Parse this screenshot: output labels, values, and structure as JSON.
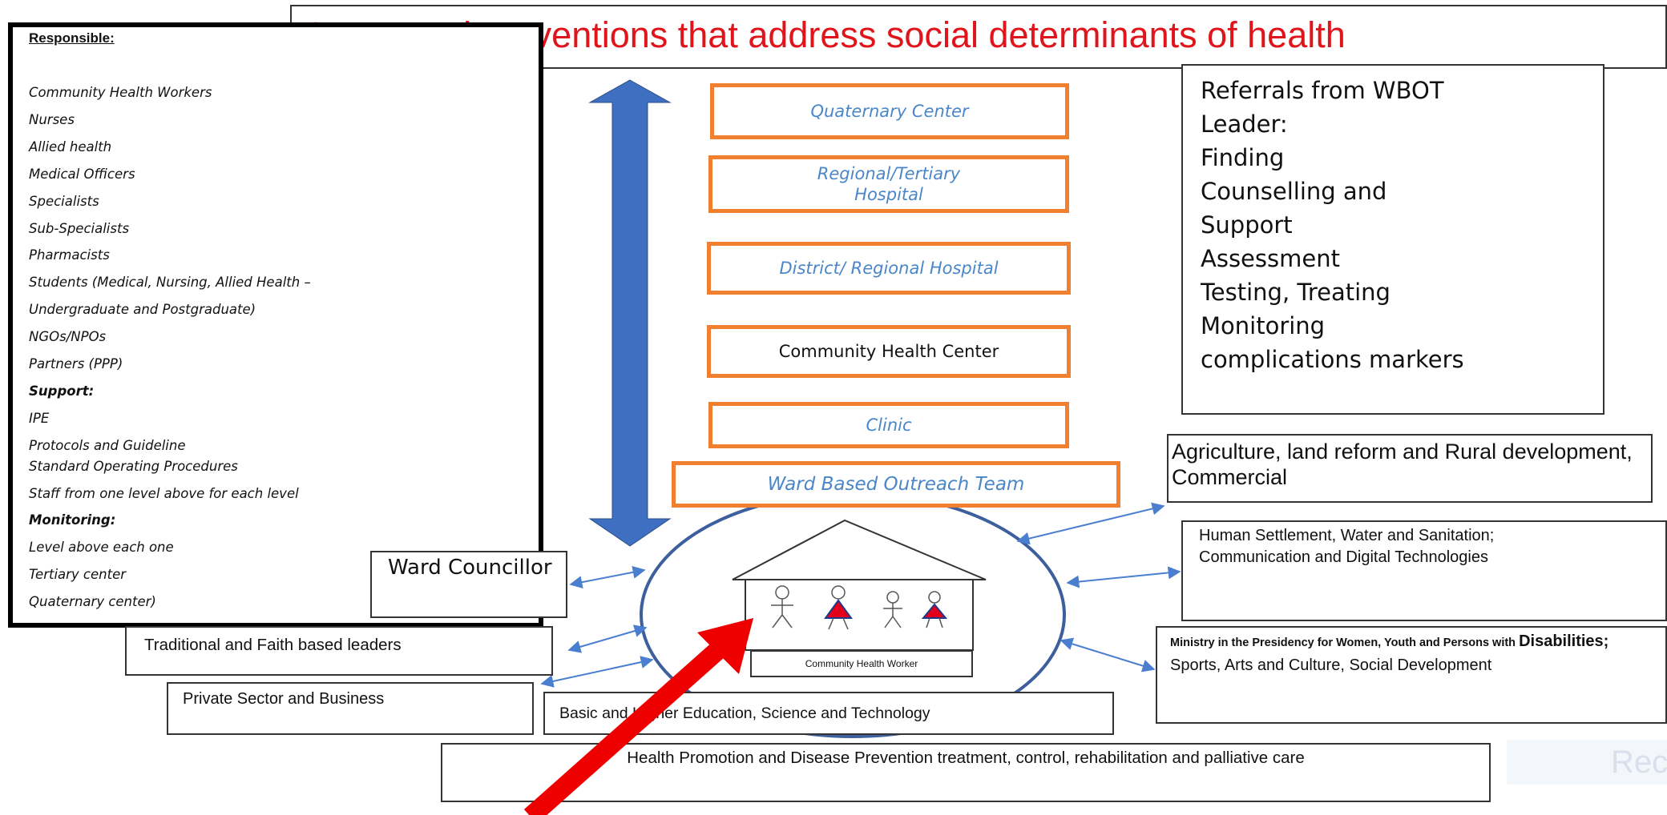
{
  "title": "Integrate interventions that address social determinants of health",
  "responsible_panel": {
    "heading": "Responsible:",
    "lines": [
      {
        "text": "Community Health Workers",
        "bold": false
      },
      {
        "text": "Nurses",
        "bold": false
      },
      {
        "text": "Allied health",
        "bold": false
      },
      {
        "text": "Medical Officers",
        "bold": false
      },
      {
        "text": "Specialists",
        "bold": false
      },
      {
        "text": "Sub-Specialists",
        "bold": false
      },
      {
        "text": "Pharmacists",
        "bold": false
      },
      {
        "text": "Students (Medical, Nursing, Allied Health –",
        "bold": false
      },
      {
        "text": "Undergraduate and Postgraduate)",
        "bold": false
      },
      {
        "text": "NGOs/NPOs",
        "bold": false
      },
      {
        "text": "Partners (PPP)",
        "bold": false
      },
      {
        "text": "Support:",
        "bold": true
      },
      {
        "text": "IPE",
        "bold": false
      },
      {
        "text": "Protocols and Guideline",
        "bold": false
      },
      {
        "text": "Standard Operating Procedures",
        "bold": false
      },
      {
        "text": "Staff from one level above for each level",
        "bold": false
      },
      {
        "text": "Monitoring:",
        "bold": true
      },
      {
        "text": "Level above each one",
        "bold": false
      },
      {
        "text": "Tertiary center",
        "bold": false
      },
      {
        "text": "Quaternary center)",
        "bold": false
      }
    ]
  },
  "levels": {
    "quaternary": "Quaternary Center",
    "regional": "Regional/Tertiary Hospital",
    "district": "District/ Regional Hospital",
    "community_health_center": "Community Health Center",
    "clinic": "Clinic",
    "wbot": "Ward Based Outreach Team"
  },
  "referrals": {
    "lines": [
      "Referrals from WBOT",
      "Leader:",
      "Finding",
      "Counselling and",
      "Support",
      "Assessment",
      "Testing, Treating",
      "Monitoring",
      "complications markers"
    ]
  },
  "sectors": {
    "agriculture": "Agriculture, land reform and Rural development, Commercial",
    "human_settlement_1": "Human Settlement, Water and Sanitation;",
    "human_settlement_2": "Communication and Digital Technologies",
    "ministry_1": "Ministry in the Presidency for Women, Youth and Persons with",
    "ministry_disabilities": "Disabilities;",
    "ministry_2": "Sports, Arts and Culture, Social Development",
    "ward_councillor": "Ward Councillor",
    "traditional": "Traditional and Faith based leaders",
    "private": "Private Sector and Business",
    "education": "Basic and Higher Education, Science and Technology",
    "health_promotion": "Health Promotion and Disease Prevention treatment, control, rehabilitation and palliative care"
  },
  "community": {
    "label": "Community Health Worker"
  },
  "colors": {
    "title": "#e0141b",
    "level_border": "#f08030",
    "level_text": "#4a86c8",
    "double_arrow": "#3f6fc0",
    "connector": "#4a7fd0",
    "circle": "#3d5f9e",
    "red_arrow": "#ee0000",
    "figure_triangle": "#e3001b",
    "figure_stroke": "#1d3a8a"
  },
  "watermark": {
    "text": "Rec"
  }
}
